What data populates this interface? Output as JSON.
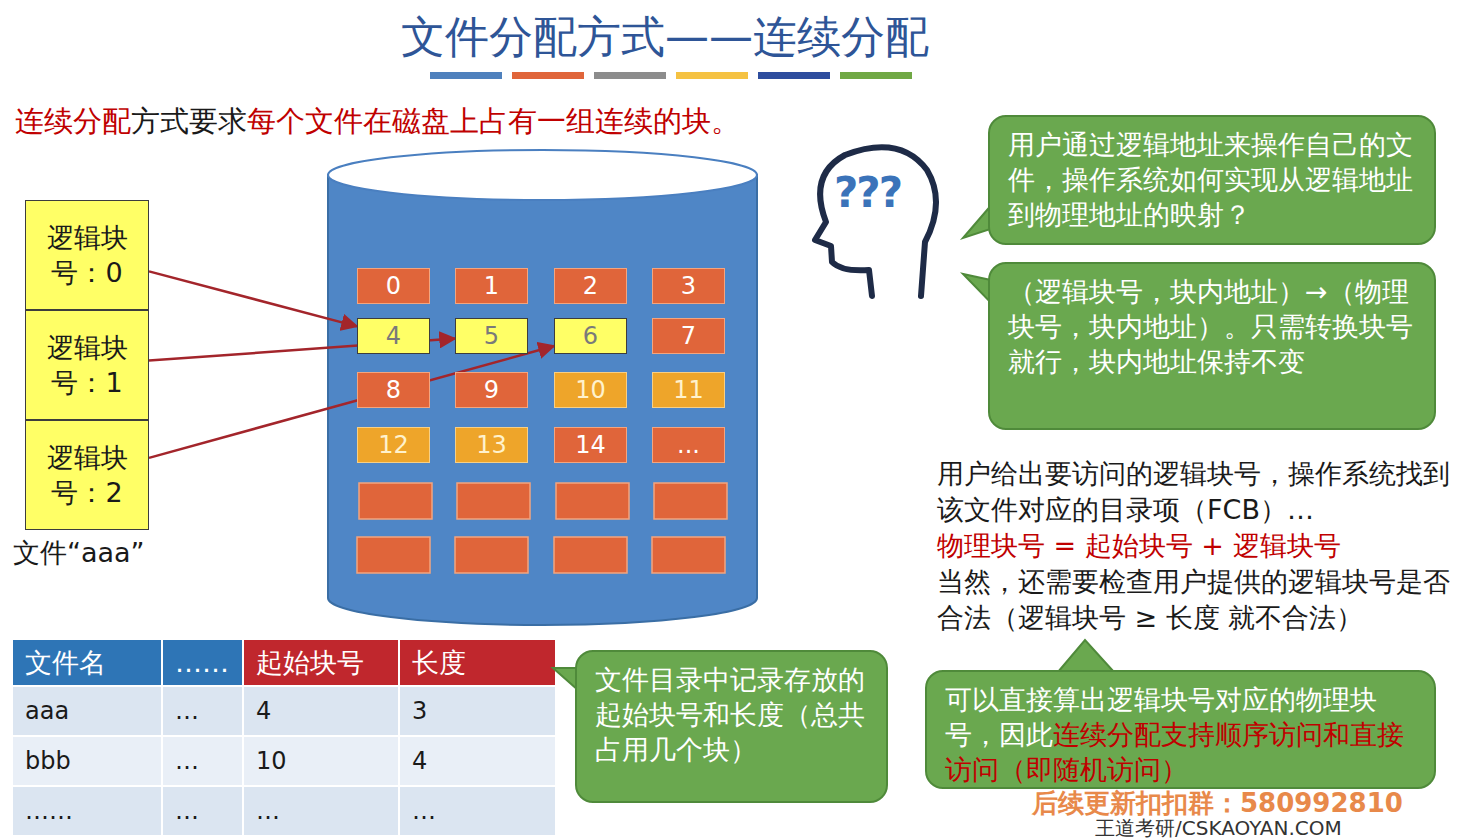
{
  "diagram": {
    "title": "文件分配方式——连续分配",
    "nodes": [
      {
        "text": [
          "逻辑块号：0"
        ]
      },
      {
        "text": [
          "逻辑块号：1"
        ]
      },
      {
        "text": [
          "逻辑块号：2"
        ]
      },
      {
        "text": [
          "0"
        ]
      },
      {
        "text": [
          "1"
        ]
      },
      {
        "text": [
          "2"
        ]
      },
      {
        "text": [
          "3"
        ]
      },
      {
        "text": [
          "4"
        ]
      },
      {
        "text": [
          "5"
        ]
      },
      {
        "text": [
          "6"
        ]
      },
      {
        "text": [
          "7"
        ]
      },
      {
        "text": [
          "8"
        ]
      },
      {
        "text": [
          "9"
        ]
      },
      {
        "text": [
          "10"
        ]
      },
      {
        "text": [
          "11"
        ]
      },
      {
        "text": [
          "12"
        ]
      },
      {
        "text": [
          "13"
        ]
      },
      {
        "text": [
          "14"
        ]
      },
      {
        "text": [
          "..."
        ]
      },
      {
        "text": [
          "用户通过逻辑地址来操作自己的文件，操作系统如何实现从逻辑地址到物理地址的映射？"
        ]
      },
      {
        "text": [
          "（逻辑块号，块内地址）→（物理块号，块内地址）。只需转换块号就行，块内地址保持不变"
        ]
      },
      {
        "text": [
          "文件目录中记录存放的起始块号和长度（总共占用几个块）"
        ]
      },
      {
        "text": [
          "可以直接算出逻辑块号对应的物理块号，因此",
          "连续分配支持顺序访问和直接访问（即随机访问）"
        ]
      }
    ],
    "edges": [
      {
        "from": 0,
        "to": 7,
        "arrow": "to"
      },
      {
        "from": 1,
        "to": 8,
        "arrow": "to"
      },
      {
        "from": 2,
        "to": 9,
        "arrow": "to"
      }
    ],
    "labels": [
      "连续分配",
      "方式要求",
      "每个文件在磁盘上占有一组连续的块。",
      "文件“aaa”",
      "???",
      "文件名",
      "……",
      "起始块号",
      "长度",
      "aaa",
      "…",
      "4",
      "3",
      "bbb",
      "…",
      "10",
      "4",
      "……",
      "…",
      "…",
      "…",
      "用户给出要访问的逻辑块号，操作系统找到该文件对应的目录项（FCB）…",
      "物理块号 = 起始块号 + 逻辑块号",
      "当然，还需要检查用户提供的逻辑块号是否合法（逻辑块号 ≥ 长度 就不合法）",
      "后续更新扣扣群：580992810",
      "王道考研/CSKAOYAN.COM"
    ]
  }
}
